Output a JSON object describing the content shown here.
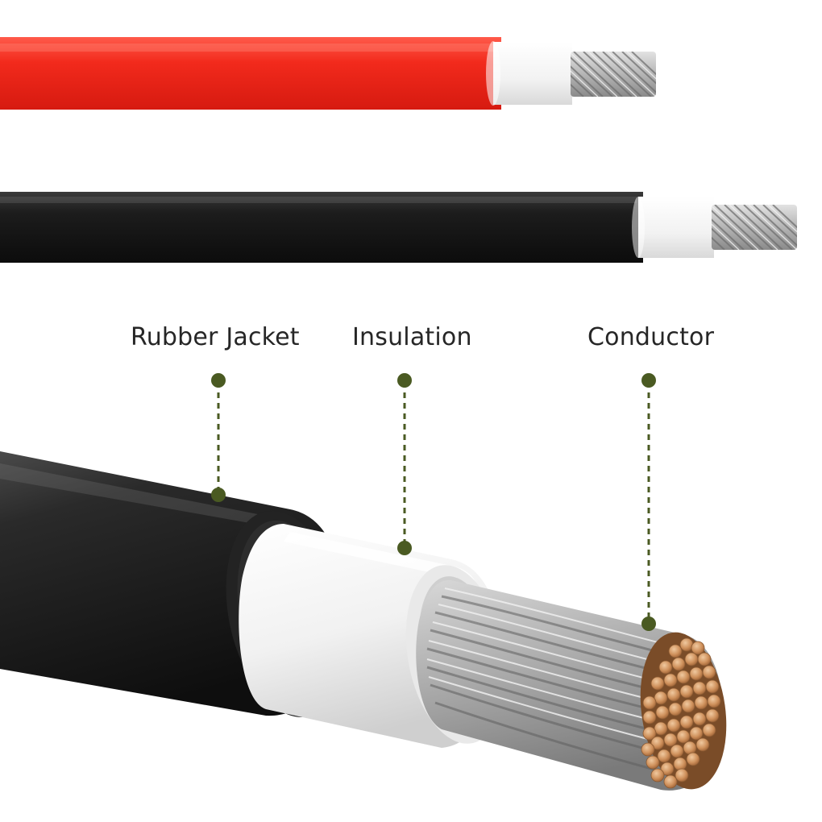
{
  "colors": {
    "red_jacket": "#ef2418",
    "black_jacket": "#151515",
    "insulation_white": "#f4f4f4",
    "tinned_wire": "#a8a8a8",
    "copper_core": "#c98a55",
    "callout_green": "#4a5a22",
    "label_text": "#262626"
  },
  "callouts": [
    {
      "id": "rubber-jacket",
      "label": "Rubber Jacket"
    },
    {
      "id": "insulation",
      "label": "Insulation"
    },
    {
      "id": "conductor",
      "label": "Conductor"
    }
  ]
}
